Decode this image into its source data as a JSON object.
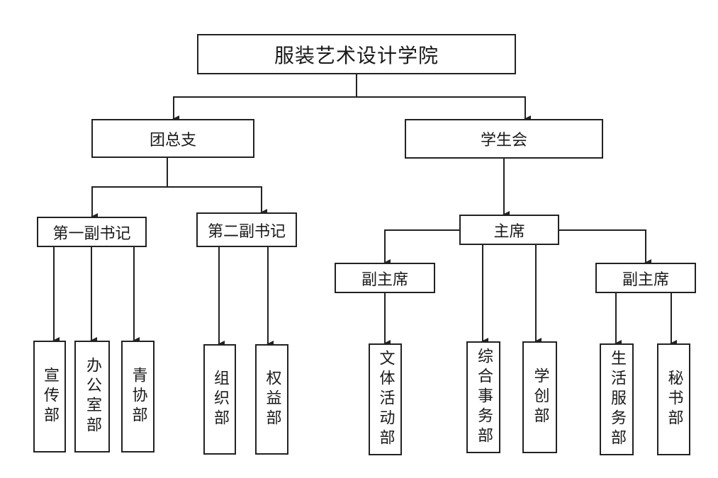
{
  "title": "服装艺术设计学院",
  "level1": {
    "league": "团总支",
    "union": "学生会"
  },
  "league_branch": {
    "first_deputy": "第一副书记",
    "second_deputy": "第二副书记",
    "first_deputy_depts": [
      "宣传部",
      "办公室部",
      "青协部"
    ],
    "second_deputy_depts": [
      "组织部",
      "权益部"
    ]
  },
  "union_branch": {
    "chair": "主席",
    "vice_chair_left": "副主席",
    "vice_chair_right": "副主席",
    "left_depts": [
      "文体活动部"
    ],
    "chair_depts": [
      "综合事务部",
      "学创部"
    ],
    "right_depts": [
      "生活服务部",
      "秘书部"
    ]
  }
}
